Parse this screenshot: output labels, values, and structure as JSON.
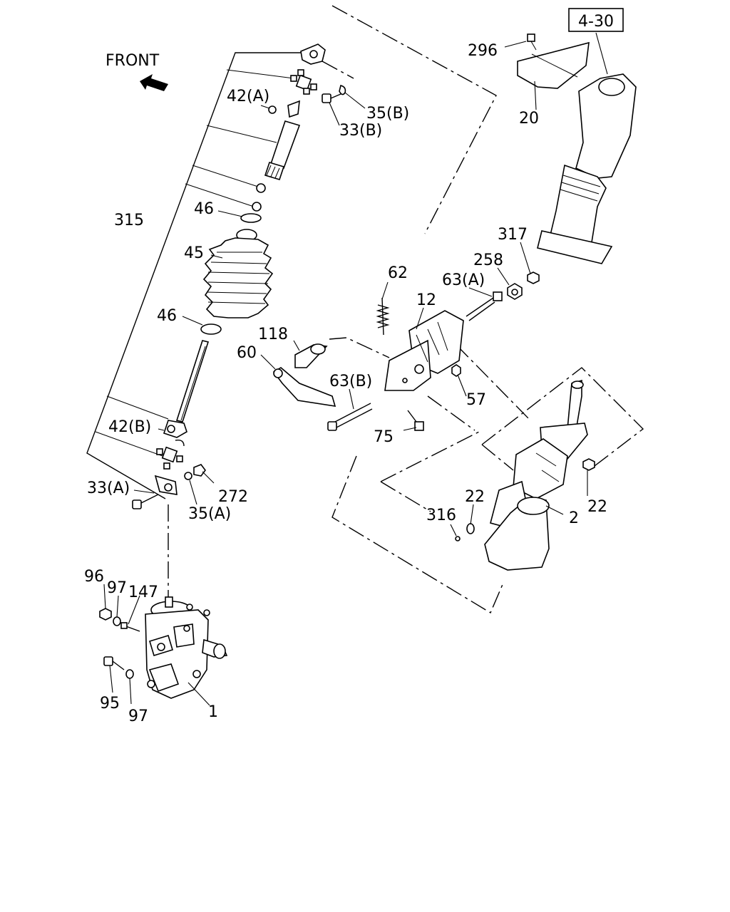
{
  "reference_box": "4-30",
  "direction_label": "FRONT",
  "parts": {
    "p296": "296",
    "p20": "20",
    "p42a": "42(A)",
    "p35b": "35(B)",
    "p33b": "33(B)",
    "p46_top": "46",
    "p315": "315",
    "p45": "45",
    "p46_bottom": "46",
    "p42b": "42(B)",
    "p33a": "33(A)",
    "p272": "272",
    "p35a": "35(A)",
    "p317": "317",
    "p258": "258",
    "p62": "62",
    "p63a": "63(A)",
    "p12": "12",
    "p118": "118",
    "p60": "60",
    "p63b": "63(B)",
    "p57": "57",
    "p75": "75",
    "p22_left": "22",
    "p22_right": "22",
    "p316": "316",
    "p2": "2",
    "p96": "96",
    "p97_top": "97",
    "p147": "147",
    "p95": "95",
    "p97_bottom": "97",
    "p1": "1"
  }
}
